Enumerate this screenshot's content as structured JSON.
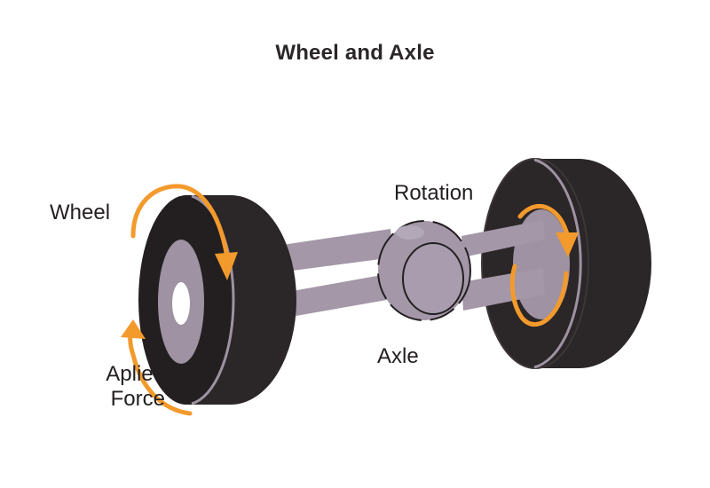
{
  "title": "Wheel and Axle",
  "labels": {
    "wheel": "Wheel",
    "rotation": "Rotation",
    "axle": "Axle",
    "applied_force_line1": "Aplied",
    "applied_force_line2": "Force"
  },
  "colors": {
    "tire": "#2b2627",
    "tire_dark": "#231f20",
    "hub": "#9e92a3",
    "hub_light": "#a89cae",
    "axle": "#a397a8",
    "arrow": "#f39a2c",
    "background": "#ffffff"
  }
}
